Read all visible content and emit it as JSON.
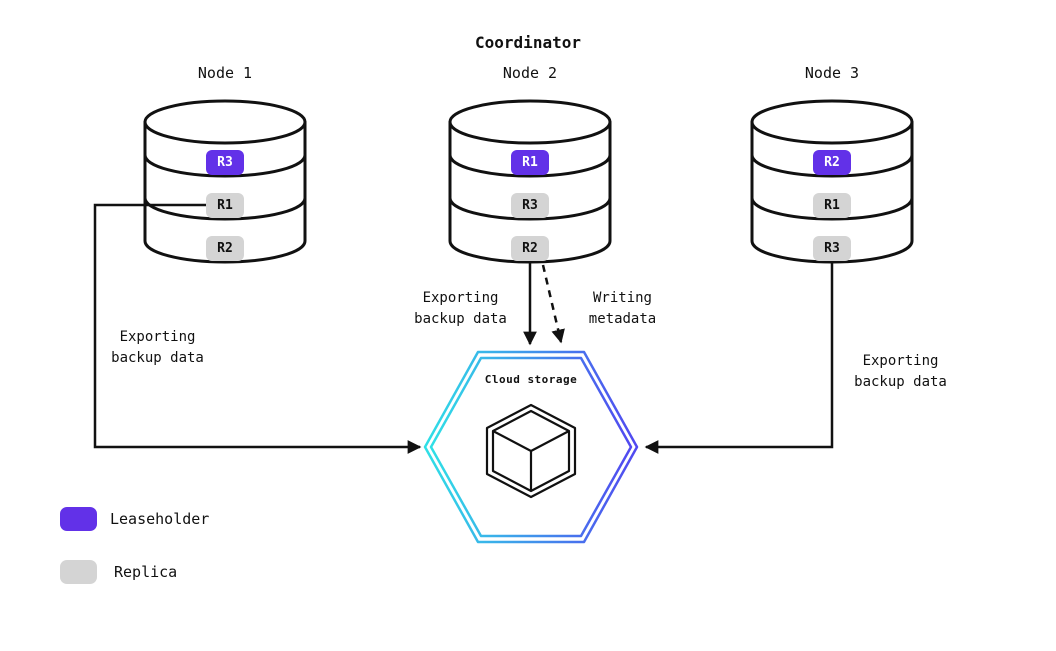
{
  "title": "Coordinator",
  "nodes": [
    {
      "label": "Node 1",
      "replicas": [
        {
          "id": "R3",
          "role": "leaseholder"
        },
        {
          "id": "R1",
          "role": "replica"
        },
        {
          "id": "R2",
          "role": "replica"
        }
      ]
    },
    {
      "label": "Node 2",
      "replicas": [
        {
          "id": "R1",
          "role": "leaseholder"
        },
        {
          "id": "R3",
          "role": "replica"
        },
        {
          "id": "R2",
          "role": "replica"
        }
      ]
    },
    {
      "label": "Node 3",
      "replicas": [
        {
          "id": "R2",
          "role": "leaseholder"
        },
        {
          "id": "R1",
          "role": "replica"
        },
        {
          "id": "R3",
          "role": "replica"
        }
      ]
    }
  ],
  "cloud_storage": {
    "label": "Cloud storage"
  },
  "labels": {
    "node1_export": "Exporting\nbackup data",
    "node2_export": "Exporting\nbackup data",
    "node2_metadata": "Writing\nmetadata",
    "node3_export": "Exporting\nbackup data"
  },
  "legend": [
    {
      "label": "Leaseholder",
      "color_key": "leaseholder"
    },
    {
      "label": "Replica",
      "color_key": "replica"
    }
  ],
  "colors": {
    "leaseholder": "#6231e8",
    "replica": "#d4d4d4",
    "stroke": "#111111",
    "hexagon_gradient_start": "#2fe0e6",
    "hexagon_gradient_end": "#5148f0"
  }
}
